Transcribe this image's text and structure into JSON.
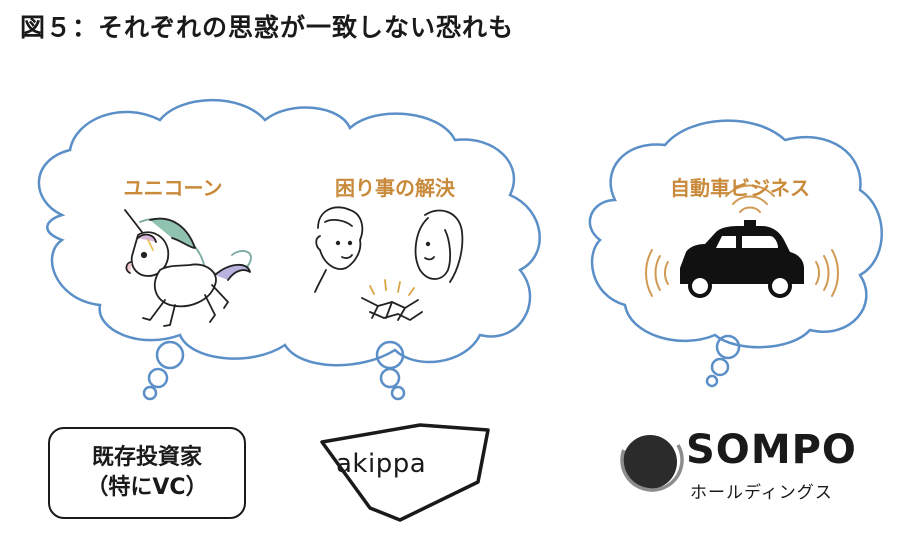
{
  "title": "図５：それぞれの思惑が一致しない恐れも",
  "clouds": [
    {
      "labels": [
        "ユニコーン",
        "困り事の解決"
      ]
    },
    {
      "labels": [
        "自動車ビジネス"
      ]
    }
  ],
  "entities": {
    "vc": {
      "line1": "既存投資家",
      "line2": "（特にVC）"
    },
    "akippa": {
      "logo_text": "akippa"
    },
    "sompo": {
      "name": "SOMPO",
      "subtitle": "ホールディングス"
    }
  },
  "colors": {
    "cloud_outline": "#5b8fc7",
    "label": "#c98a3b",
    "text": "#1a1a1a"
  },
  "icons": [
    "unicorn-icon",
    "man-icon",
    "woman-icon",
    "handshake-icon",
    "car-icon",
    "signal-waves-icon"
  ]
}
